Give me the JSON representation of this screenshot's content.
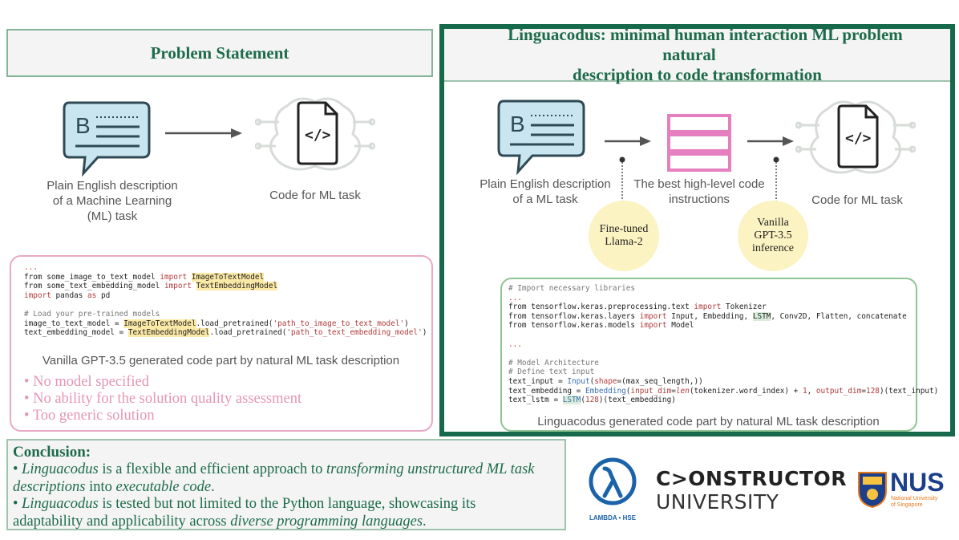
{
  "left": {
    "header": "Problem Statement",
    "input_caption": [
      "Plain English description",
      "of a Machine Learning",
      "(ML) task"
    ],
    "output_caption": "Code for ML task",
    "code_caption": "Vanilla GPT-3.5 generated code part by natural ML task description",
    "bullets": [
      "• No model specified",
      "• No ability for the solution quality assessment",
      "• Too generic solution"
    ],
    "code": {
      "dots": "...",
      "l1a": "from some_image_to_text_model ",
      "l1kw": "import",
      "l1b": " ",
      "l1hl": "ImageToTextModel",
      "l2a": "from some_text_embedding_model ",
      "l2kw": "import",
      "l2b": " ",
      "l2hl": "TextEmbeddingModel",
      "l3kw": "import",
      "l3a": " pandas ",
      "l3kw2": "as",
      "l3b": " pd",
      "l4": "# Load your pre-trained models",
      "l5a": "image_to_text_model = ",
      "l5hl": "ImageToTextModel",
      "l5b": ".load_pretrained(",
      "l5s": "'path_to_image_to_text_model'",
      "l5c": ")",
      "l6a": "text_embedding_model = ",
      "l6hl": "TextEmbeddingModel",
      "l6b": ".load_pretrained(",
      "l6s": "'path_to_text_embedding_model'",
      "l6c": ")"
    }
  },
  "right": {
    "header_line1": "Linguacodus: minimal human interaction ML problem natural",
    "header_line2": "description to code transformation",
    "input_caption": [
      "Plain English description",
      "of a ML task"
    ],
    "middle_caption": [
      "The best high-level code",
      "instructions"
    ],
    "output_caption": "Code for ML task",
    "circle1": [
      "Fine-tuned",
      "Llama-2"
    ],
    "circle2": [
      "Vanilla",
      "GPT-3.5",
      "inference"
    ],
    "code_caption": "Linguacodus generated code part by natural ML task description",
    "code": {
      "c1": "# Import necessary libraries",
      "dots": "...",
      "l1a": "from tensorflow.keras.preprocessing.text ",
      "l1kw": "import",
      "l1b": " Tokenizer",
      "l2a": "from tensorflow.keras.layers ",
      "l2kw": "import",
      "l2b": " Input, Embedding, ",
      "l2hl": "LSTM",
      "l2c": ", Conv2D, Flatten, concatenate",
      "l3a": "from tensorflow.keras.models ",
      "l3kw": "import",
      "l3b": " Model",
      "dots2": "...",
      "c2": "# Model Architecture",
      "c3": "# Define text input",
      "l4a": "text_input = ",
      "l4f": "Input",
      "l4b": "(",
      "l4p": "shape",
      "l4c": "=(max_seq_length,))",
      "l5a": "text_embedding = ",
      "l5f": "Embedding",
      "l5b": "(",
      "l5p": "input_dim",
      "l5c": "=",
      "l5len": "len",
      "l5d": "(tokenizer.word_index) + ",
      "l5n": "1",
      "l5e": ", ",
      "l5p2": "output_dim",
      "l5f2": "=",
      "l5n2": "128",
      "l5g": ")(text_input)",
      "l6a": "text_lstm = ",
      "l6hl": "LSTM",
      "l6b": "(",
      "l6n": "128",
      "l6c": ")(text_embedding)"
    }
  },
  "conclusion": {
    "title": "Conclusion:",
    "b1_pre": "• ",
    "b1_it1": "Linguacodus",
    "b1_mid": " is a flexible and efficient approach to ",
    "b1_it2": "transforming unstructured ML task",
    "b1_line2_it": "descriptions",
    "b1_line2_mid": " into ",
    "b1_line2_it2": "executable code",
    "b1_line2_end": ".",
    "b2_pre": "• ",
    "b2_it1": "Linguacodus",
    "b2_mid": " is tested but not limited to the Python language, showcasing its",
    "b2_line2": "adaptability and applicability across ",
    "b2_line2_it": "diverse programming languages",
    "b2_line2_end": "."
  },
  "logos": {
    "lambda_caption": "LAMBDA • HSE",
    "constructor_line1": "C>ONSTRUCTOR",
    "constructor_line2": "UNIVERSITY",
    "nus": "NUS",
    "nus_sub1": "National University",
    "nus_sub2": "of Singapore"
  },
  "colors": {
    "green_dark": "#16694b",
    "green_text": "#1e6b4c",
    "pink": "#e695b4",
    "blue": "#1b63a8",
    "yellow": "#fcf3c2"
  }
}
